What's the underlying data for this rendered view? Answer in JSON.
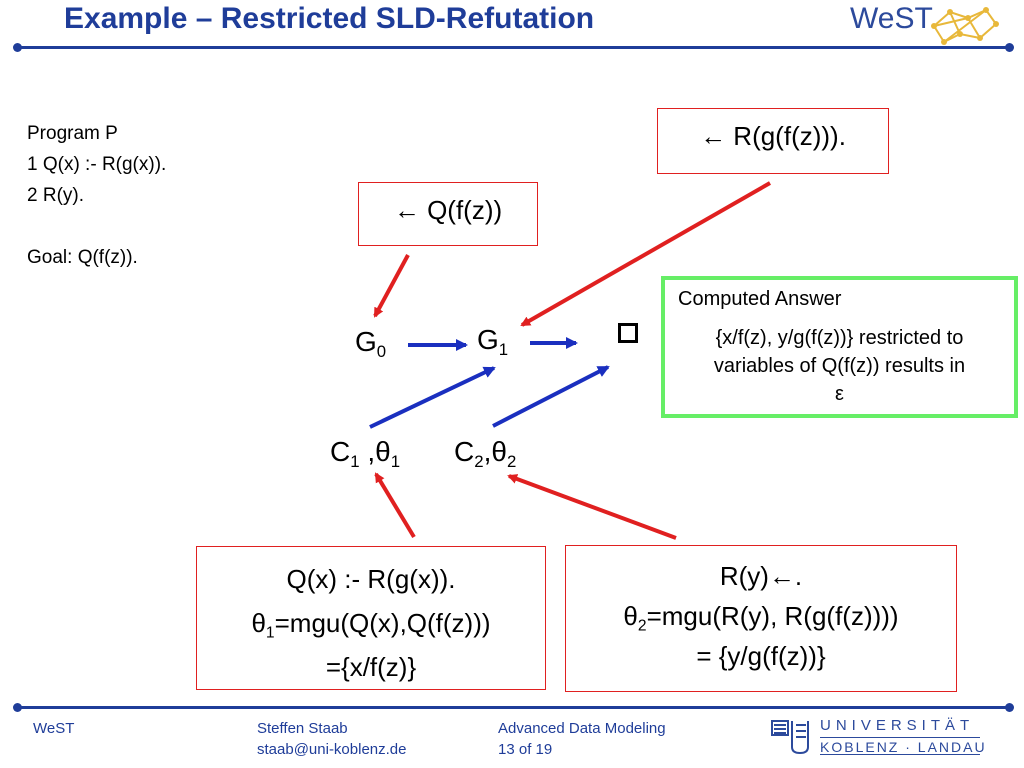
{
  "header": {
    "title": "Example – Restricted SLD-Refutation",
    "logo_text": "WeST"
  },
  "program": {
    "lines": [
      "Program P",
      "1 Q(x) :- R(g(x)).",
      "2 R(y).",
      "",
      "Goal: Q(f(z))."
    ]
  },
  "boxes": {
    "goal_r": "← R(g(f(z))).",
    "goal_q": "← Q(f(z))",
    "computed_title": "Computed Answer",
    "computed_line1": "{x/f(z), y/g(f(z))} restricted to",
    "computed_line2": "variables of Q(f(z)) results in",
    "computed_line3": "ε",
    "clause1_line1": "Q(x) :- R(g(x)).",
    "clause1_theta": "θ",
    "clause1_sub": "1",
    "clause1_line2_rest": "=mgu(Q(x),Q(f(z)))",
    "clause1_line3": "={x/f(z)}",
    "clause2_line1": "R(y)←.",
    "clause2_theta": "θ",
    "clause2_sub": "2",
    "clause2_line2_rest": "=mgu(R(y), R(g(f(z))))",
    "clause2_line3": "= {y/g(f(z))}"
  },
  "nodes": {
    "g": "G",
    "g0_sub": "0",
    "g1_sub": "1",
    "c": "C",
    "c1_sub": "1",
    "c2_sub": "2",
    "theta": "θ",
    "t1_sub": "1",
    "t2_sub": "2",
    "sep1": " ,",
    "sep2": ",",
    "empty_clause": "□"
  },
  "footer": {
    "org": "WeST",
    "author": "Steffen Staab",
    "email": "staab@uni-koblenz.de",
    "course": "Advanced Data Modeling",
    "page": "13 of 19",
    "uni_line1": "UNIVERSITÄT",
    "uni_line2": "KOBLENZ · LANDAU"
  },
  "colors": {
    "accent": "#1f3d99",
    "arrow_red": "#e02020",
    "arrow_blue": "#1a2fbf",
    "highlight_green": "#66ee66"
  }
}
